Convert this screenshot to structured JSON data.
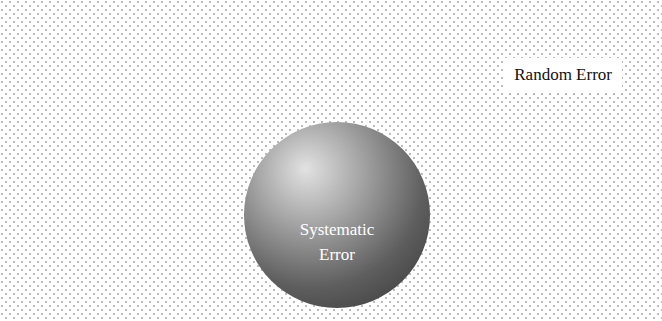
{
  "diagram": {
    "nodes": [
      {
        "text": [
          "Random Error"
        ]
      },
      {
        "text": [
          "Systematic Error"
        ],
        "in": 0
      }
    ]
  }
}
